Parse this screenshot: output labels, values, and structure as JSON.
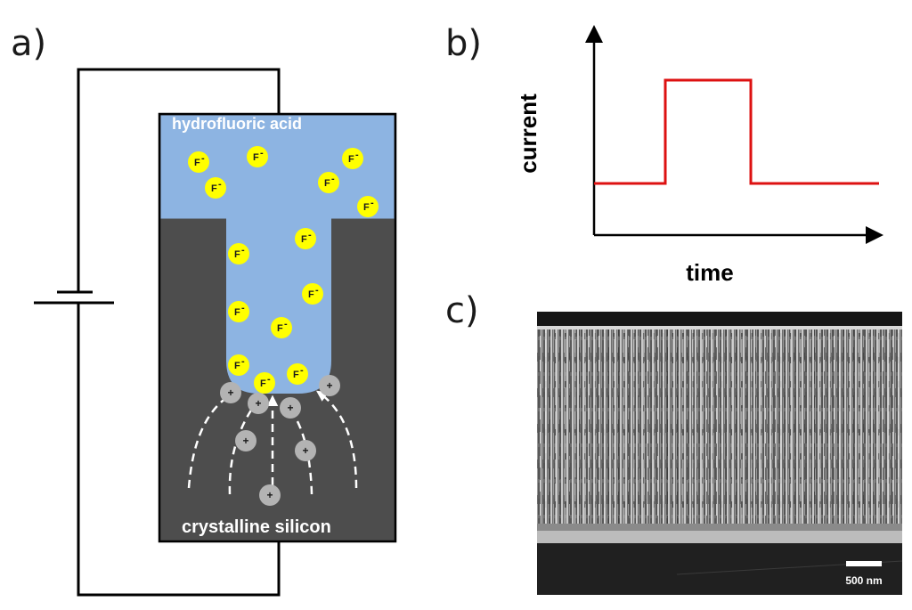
{
  "panels": {
    "a": {
      "letter": "a)"
    },
    "b": {
      "letter": "b)"
    },
    "c": {
      "letter": "c)"
    }
  },
  "diagram_a": {
    "electrolyte_label": "hydrofluoric acid",
    "substrate_label": "crystalline silicon",
    "ion_label": "F",
    "ion_charge": "-",
    "hole_symbol": "+",
    "colors": {
      "electrolyte": "#8db4e2",
      "silicon": "#4d4d4d",
      "ion": "#ffff00",
      "hole": "#b3b3b3",
      "field_lines": "#ffffff"
    }
  },
  "chart_b": {
    "xlabel": "time",
    "ylabel": "current",
    "line_color": "#dd1111"
  },
  "sem_c": {
    "scale_bar_label": "500 nm"
  },
  "chart_data": {
    "type": "line",
    "title": "",
    "xlabel": "time",
    "ylabel": "current",
    "series": [
      {
        "x": [
          0,
          0.25,
          0.25,
          0.55,
          0.55,
          1.0
        ],
        "y": [
          0.25,
          0.25,
          0.75,
          0.75,
          0.25,
          0.25
        ]
      }
    ],
    "xlim": [
      0,
      1
    ],
    "ylim": [
      0,
      1
    ],
    "grid": false
  }
}
